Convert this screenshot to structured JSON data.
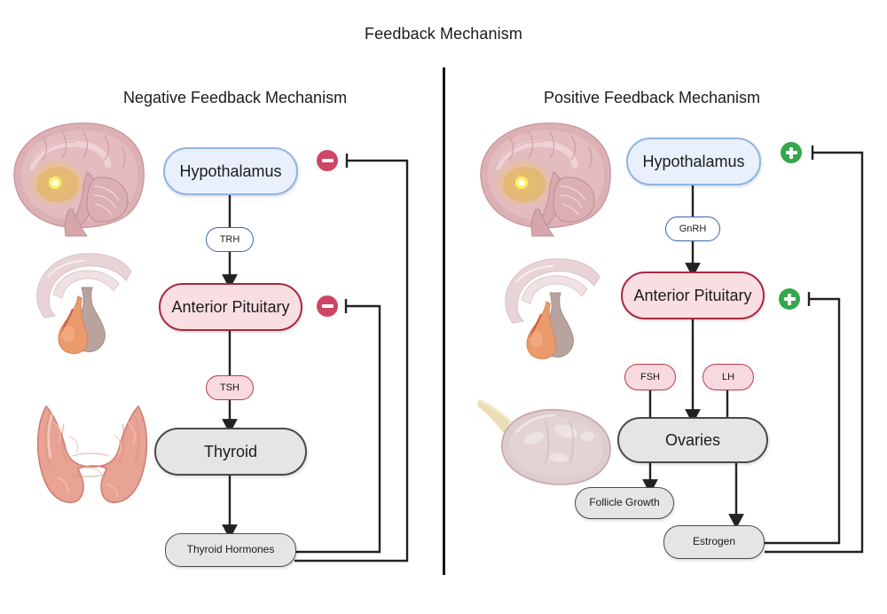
{
  "title": "Feedback Mechanism",
  "panels": {
    "negative": {
      "heading": "Negative Feedback Mechanism",
      "sign_label": "minus",
      "sign_color": "#cf4564",
      "nodes": [
        {
          "id": "hypothalamus",
          "label": "Hypothalamus",
          "style": "blue"
        },
        {
          "id": "trh",
          "label": "TRH",
          "style": "blue-pill"
        },
        {
          "id": "anterior-pituitary",
          "label": "Anterior Pituitary",
          "style": "red"
        },
        {
          "id": "tsh",
          "label": "TSH",
          "style": "red-pill"
        },
        {
          "id": "thyroid",
          "label": "Thyroid",
          "style": "gray"
        },
        {
          "id": "thyroid-hormones",
          "label": "Thyroid Hormones",
          "style": "gray"
        }
      ],
      "illustrations": [
        "brain-sagittal",
        "pituitary-gland",
        "thyroid-gland"
      ],
      "feedback": [
        {
          "from": "thyroid-hormones",
          "to": "hypothalamus",
          "sign": "minus"
        },
        {
          "from": "thyroid-hormones",
          "to": "anterior-pituitary",
          "sign": "minus"
        }
      ]
    },
    "positive": {
      "heading": "Positive Feedback Mechanism",
      "sign_label": "plus",
      "sign_color": "#34a84b",
      "nodes": [
        {
          "id": "hypothalamus",
          "label": "Hypothalamus",
          "style": "blue"
        },
        {
          "id": "gnrh",
          "label": "GnRH",
          "style": "blue-pill"
        },
        {
          "id": "anterior-pituitary",
          "label": "Anterior Pituitary",
          "style": "red"
        },
        {
          "id": "fsh",
          "label": "FSH",
          "style": "red-pill"
        },
        {
          "id": "lh",
          "label": "LH",
          "style": "red-pill"
        },
        {
          "id": "ovaries",
          "label": "Ovaries",
          "style": "gray"
        },
        {
          "id": "follicle-growth",
          "label": "Follicle Growth",
          "style": "gray"
        },
        {
          "id": "estrogen",
          "label": "Estrogen",
          "style": "gray"
        }
      ],
      "illustrations": [
        "brain-sagittal",
        "pituitary-gland",
        "ovary"
      ],
      "feedback": [
        {
          "from": "estrogen",
          "to": "hypothalamus",
          "sign": "plus"
        },
        {
          "from": "estrogen",
          "to": "anterior-pituitary",
          "sign": "plus"
        }
      ]
    }
  },
  "colors": {
    "blue_fill": "#e9f0fb",
    "blue_border": "#8fb4e3",
    "red_fill": "#fadfe2",
    "red_border": "#a8293f",
    "gray_fill": "#e5e5e5",
    "gray_border": "#4a4a4a",
    "minus_badge": "#cf4564",
    "plus_badge": "#34a84b",
    "line": "#222222",
    "divider": "#151515"
  }
}
